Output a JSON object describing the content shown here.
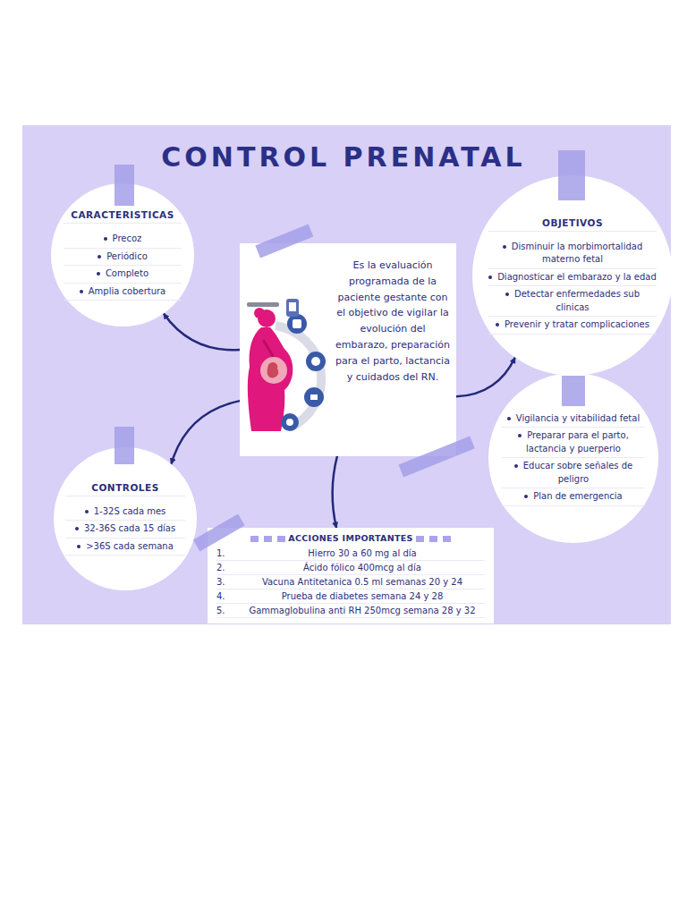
{
  "diagram": {
    "title": "CONTROL PRENATAL",
    "nodes": [
      {
        "text": [
          "Es la evaluación programada de la paciente gestante con el objetivo de vigilar la evolución del embarazo, preparación para el parto, lactancia y cuidados del RN."
        ]
      },
      {
        "text": [
          "CARACTERISTICAS",
          "Precoz",
          "Periódico",
          "Completo",
          "Amplia cobertura"
        ]
      },
      {
        "text": [
          "OBJETIVOS",
          "Disminuir la morbimortalidad materno fetal",
          "Diagnosticar el embarazo y la edad",
          "Detectar enfermedades sub clinicas",
          "Prevenir y tratar complicaciones"
        ]
      },
      {
        "text": [
          "Vigilancia y vitabilidad fetal",
          "Preparar para el parto, lactancia y puerperio",
          "Educar sobre señales de peligro",
          "Plan de emergencia"
        ]
      },
      {
        "text": [
          "CONTROLES",
          "1-32S cada mes",
          "32-36S cada 15 días",
          ">36S cada semana"
        ]
      },
      {
        "text": [
          "ACCIONES IMPORTANTES",
          "1.",
          "Hierro 30 a 60 mg al día",
          "2.",
          "Ácido fólico 400mcg al día",
          "3.",
          "Vacuna Antitetanica 0.5 ml semanas 20 y 24",
          "4.",
          "Prueba de diabetes semana 24 y 28",
          "5.",
          "Gammaglobulina anti RH 250mcg semana 28 y 32"
        ]
      }
    ],
    "edges": [
      {
        "from": 0,
        "to": 1,
        "arrow": "to"
      },
      {
        "from": 0,
        "to": 2,
        "arrow": "to"
      },
      {
        "from": 0,
        "to": 4,
        "arrow": "to"
      },
      {
        "from": 0,
        "to": 5,
        "arrow": "to"
      }
    ]
  }
}
